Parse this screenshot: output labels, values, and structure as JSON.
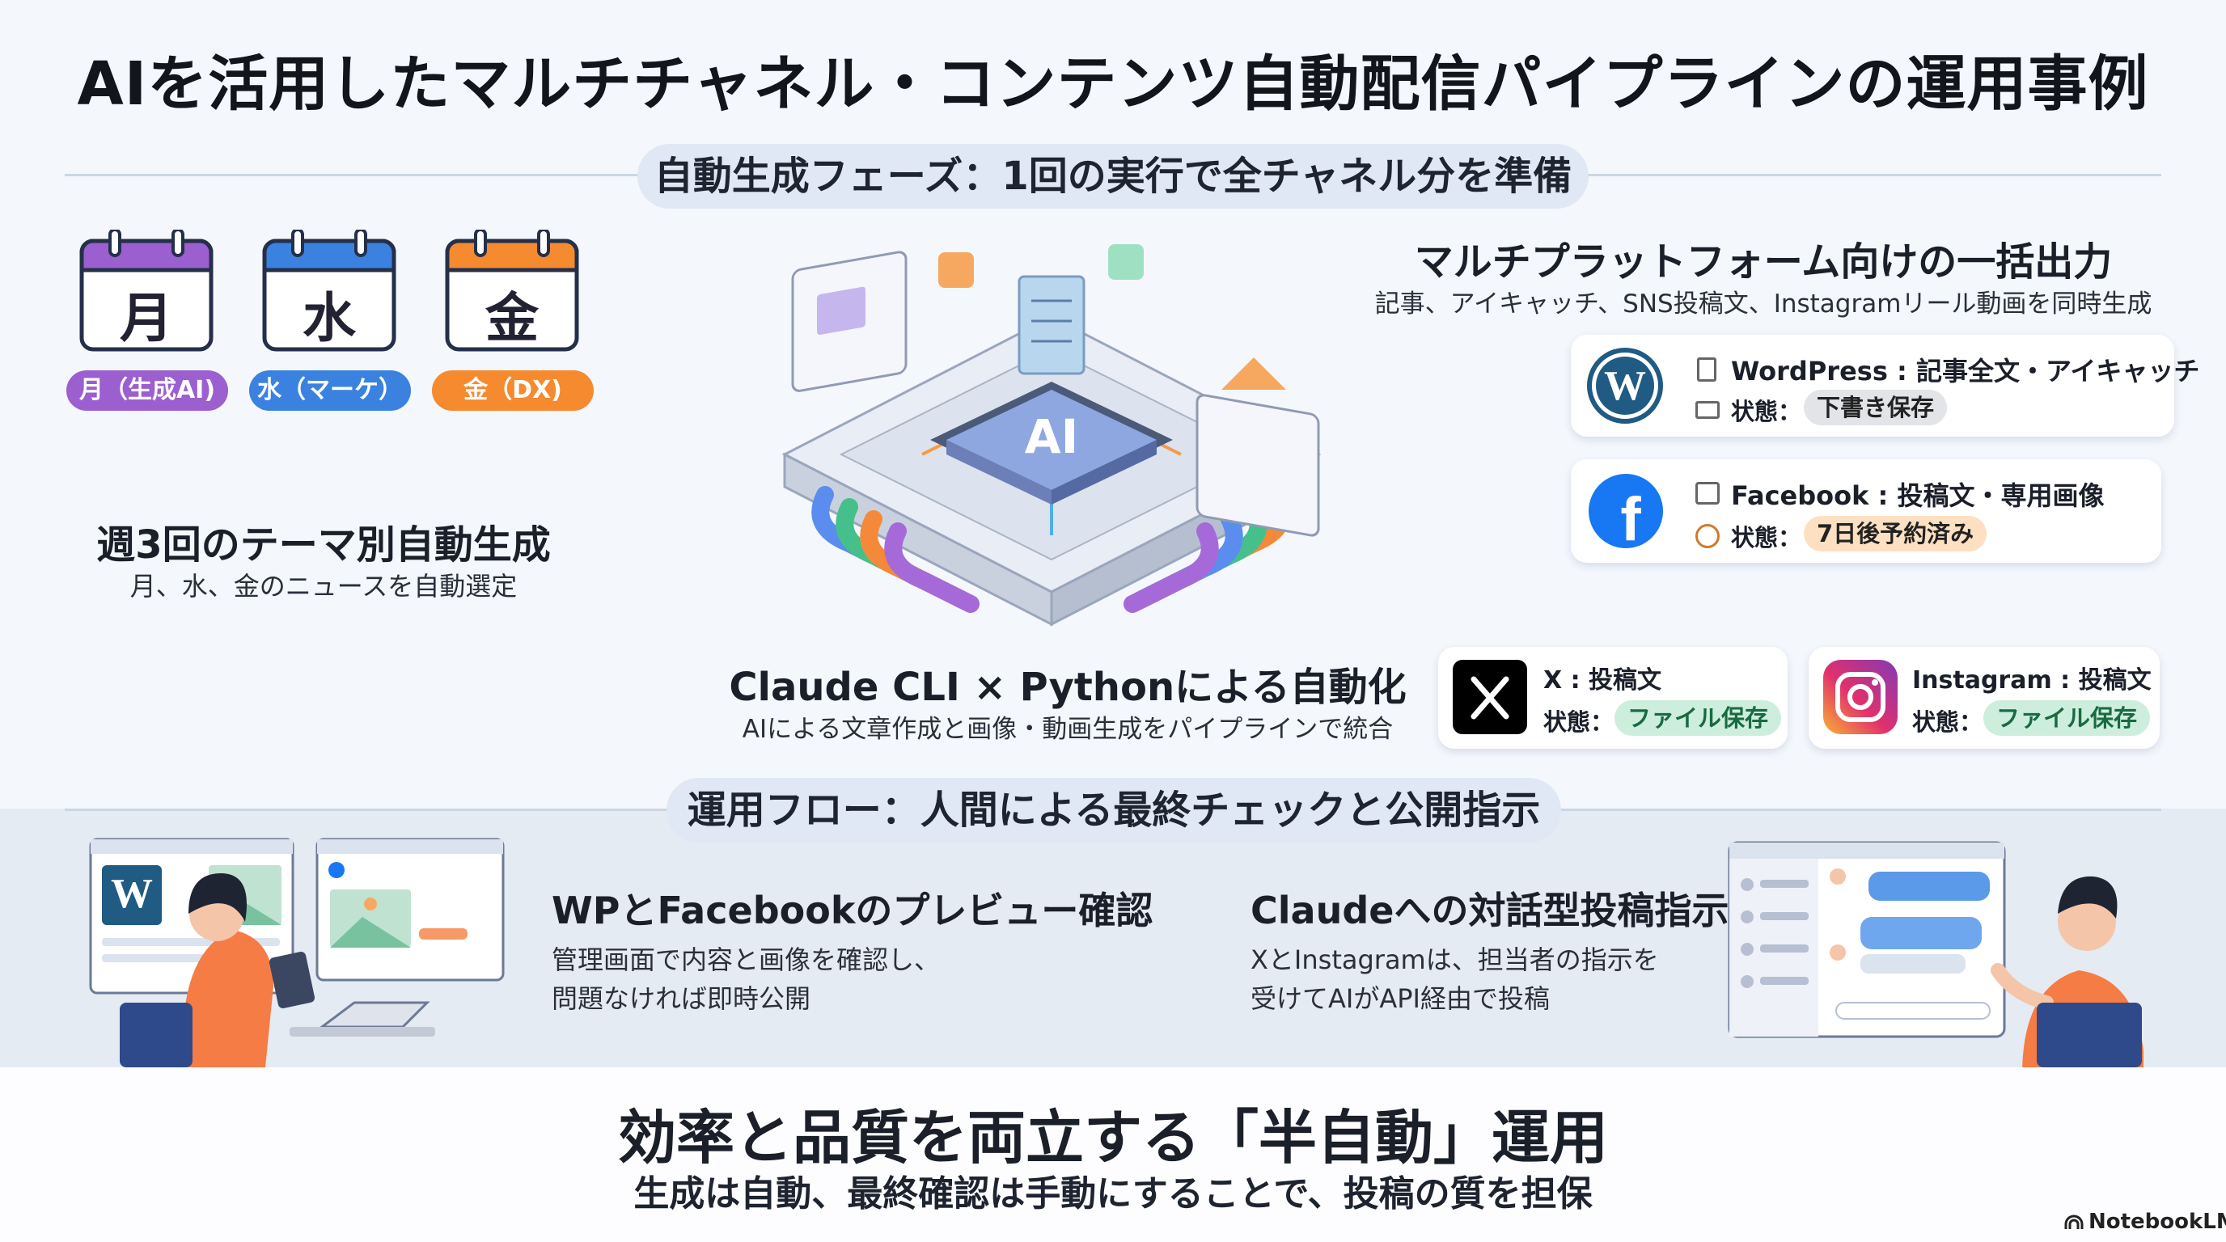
{
  "title": "AIを活用したマルチチャネル・コンテンツ自動配信パイプラインの運用事例",
  "phase1": {
    "label": "自動生成フェーズ：1回の実行で全チャネル分を準備"
  },
  "schedule": {
    "days": [
      {
        "char": "月",
        "label": "月（生成AI)",
        "color": "#9b5fd0"
      },
      {
        "char": "水",
        "label": "水（マーケ）",
        "color": "#3b82e0"
      },
      {
        "char": "金",
        "label": "金（DX)",
        "color": "#f58a2f"
      }
    ],
    "heading": "週3回のテーマ別自動生成",
    "sub": "月、水、金のニュースを自動選定"
  },
  "engine": {
    "chip_label": "AI",
    "heading": "Claude CLI × Pythonによる自動化",
    "sub": "AIによる文章作成と画像・動画生成をパイプラインで統合"
  },
  "outputs": {
    "heading": "マルチプラットフォーム向けの一括出力",
    "sub": "記事、アイキャッチ、SNS投稿文、Instagramリール動画を同時生成",
    "cards": [
      {
        "id": "wordpress",
        "icon": "wordpress-icon",
        "title": "WordPress : 記事全文・アイキャッチ",
        "status_label": "状態：",
        "status": "下書き保存",
        "badge_color": "gray"
      },
      {
        "id": "facebook",
        "icon": "facebook-icon",
        "title": "Facebook : 投稿文・専用画像",
        "status_label": "状態：",
        "status": "7日後予約済み",
        "badge_color": "orange"
      },
      {
        "id": "x",
        "icon": "x-icon",
        "title": "X : 投稿文",
        "status_label": "状態：",
        "status": "ファイル保存",
        "badge_color": "green"
      },
      {
        "id": "instagram",
        "icon": "instagram-icon",
        "title": "Instagram : 投稿文",
        "status_label": "状態：",
        "status": "ファイル保存",
        "badge_color": "green"
      }
    ]
  },
  "phase2": {
    "label": "運用フロー：人間による最終チェックと公開指示"
  },
  "flow": {
    "preview": {
      "heading": "WPとFacebookのプレビュー確認",
      "line1": "管理画面で内容と画像を確認し、",
      "line2": "問題なければ即時公開"
    },
    "instruct": {
      "heading": "Claudeへの対話型投稿指示",
      "line1": "XとInstagramは、担当者の指示を",
      "line2": "受けてAIがAPI経由で投稿"
    }
  },
  "summary": {
    "heading": "効率と品質を両立する「半自動」運用",
    "sub": "生成は自動、最終確認は手動にすることで、投稿の質を担保"
  },
  "footer": {
    "brand": "NotebookLM"
  }
}
